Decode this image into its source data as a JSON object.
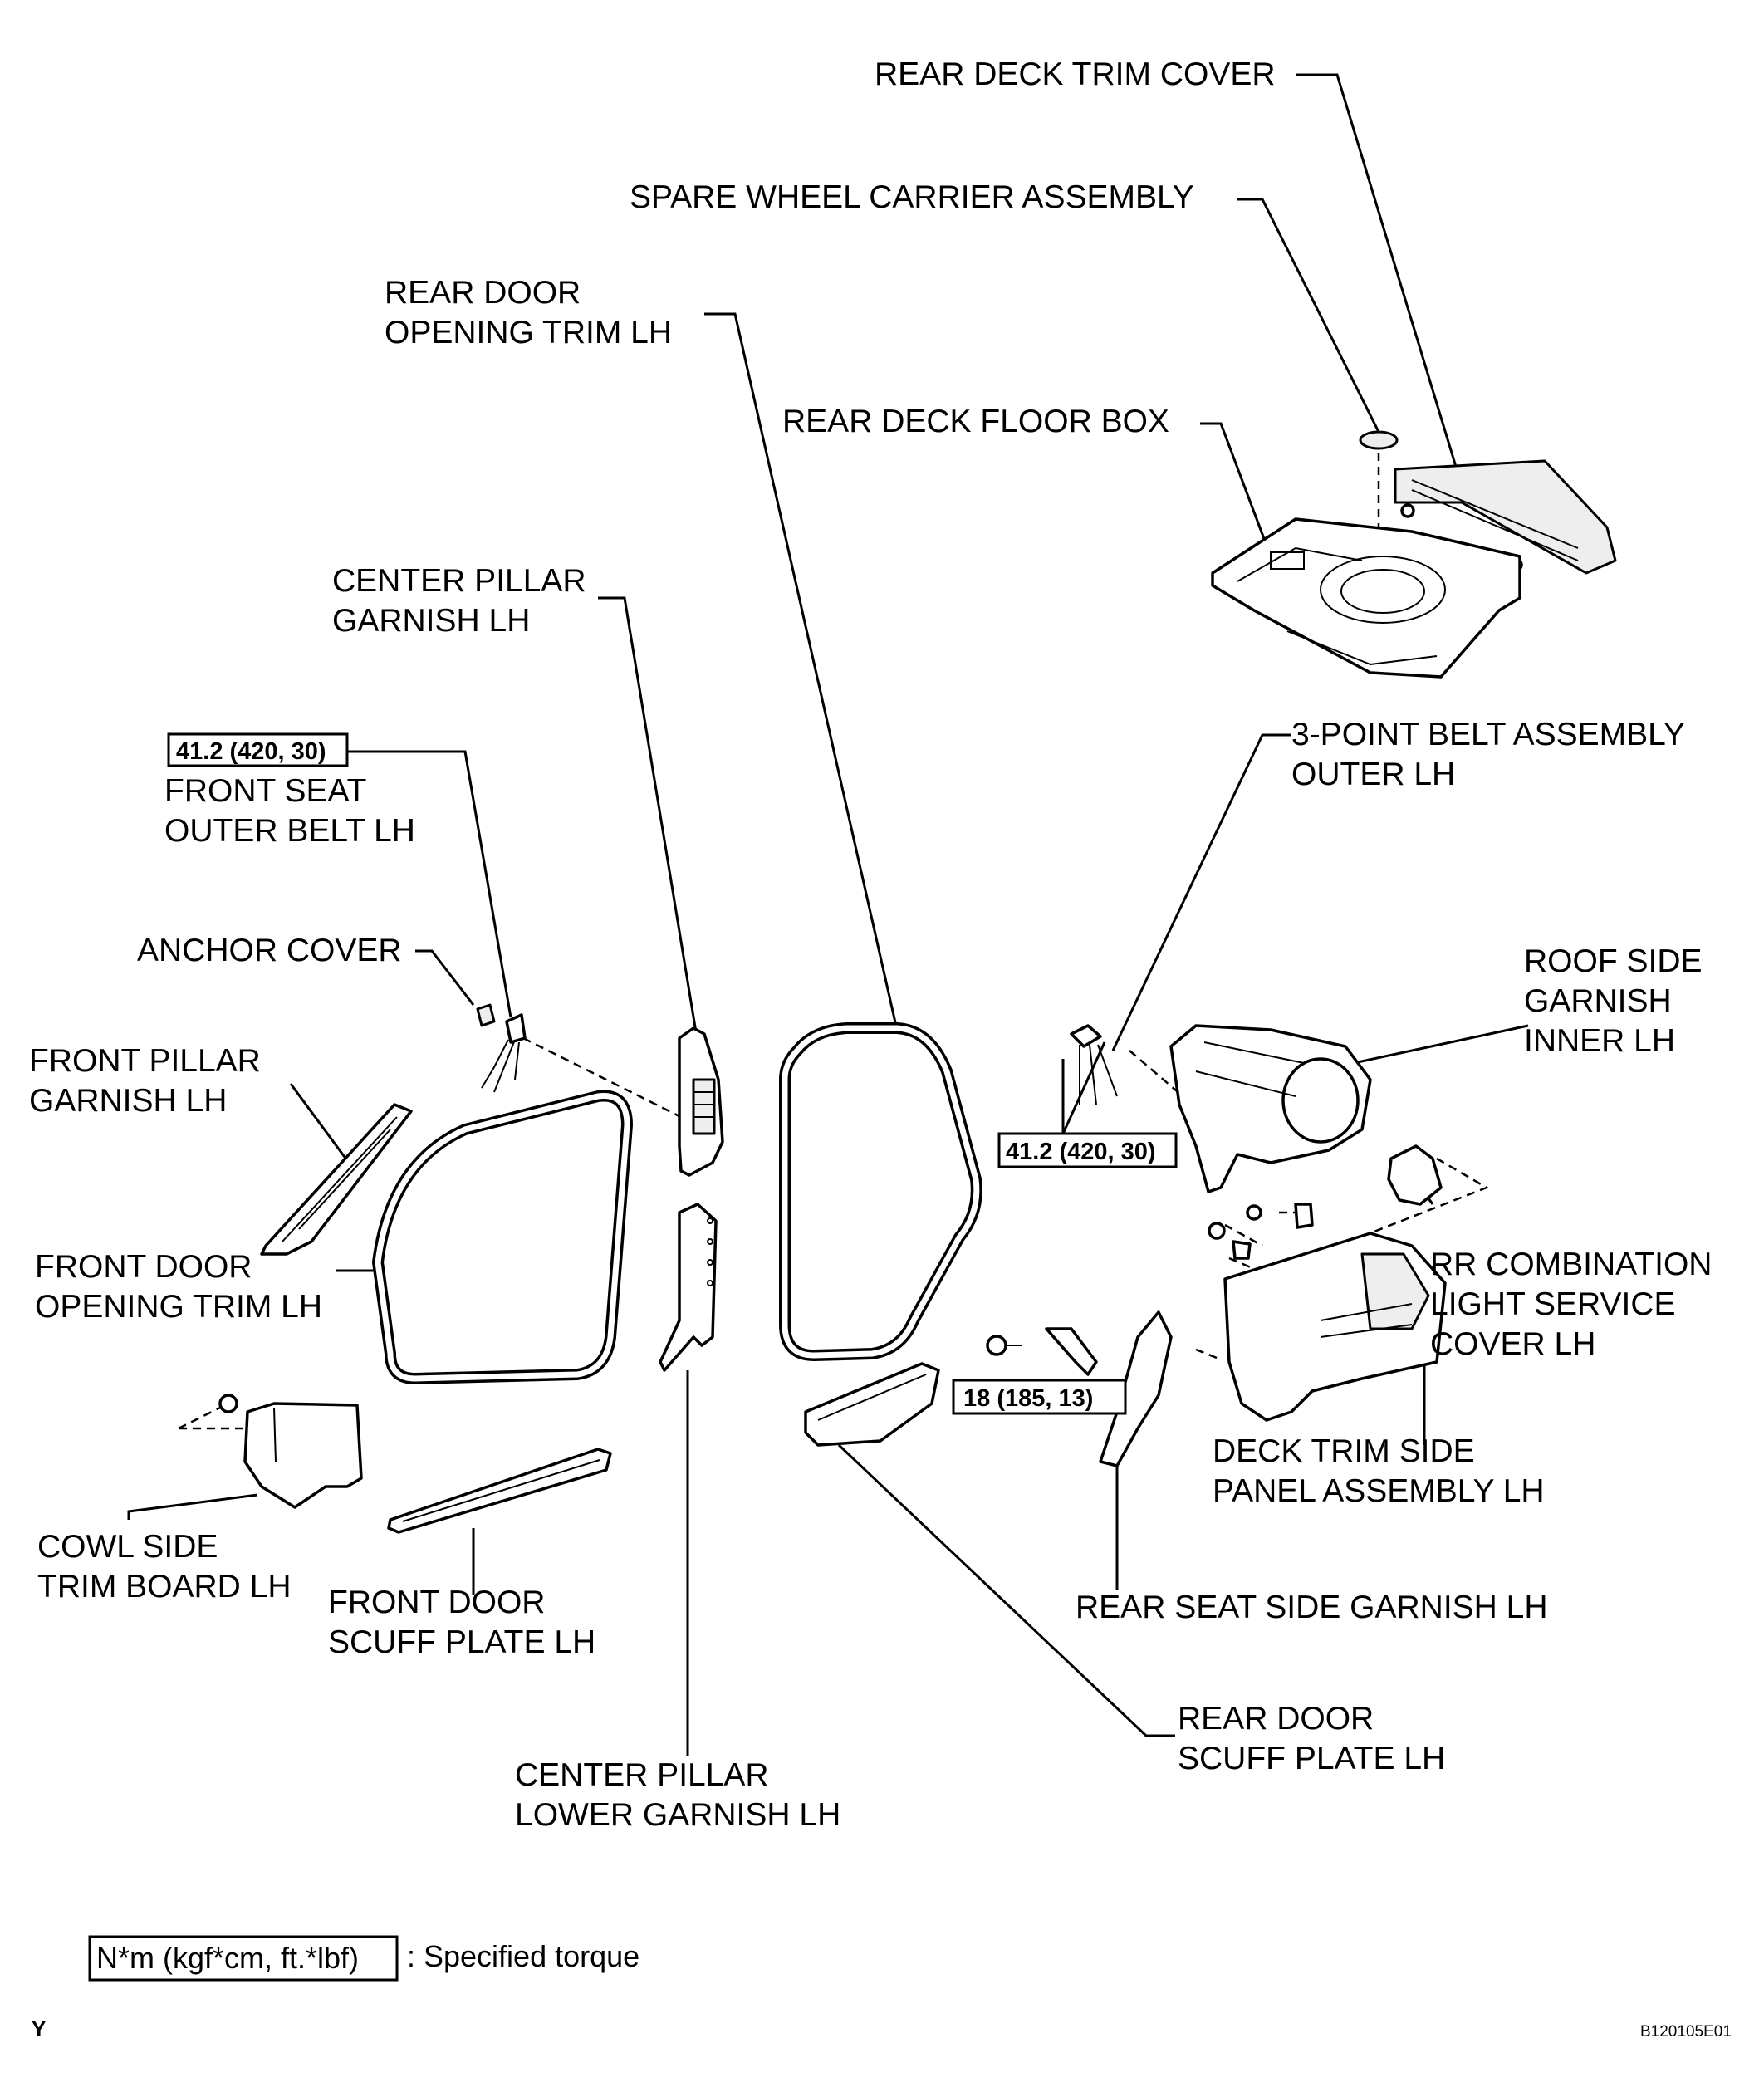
{
  "labels": {
    "rear_deck_trim_cover": "REAR DECK TRIM COVER",
    "spare_wheel_carrier": "SPARE WHEEL CARRIER ASSEMBLY",
    "rear_door_opening_trim_1": "REAR DOOR",
    "rear_door_opening_trim_2": "OPENING TRIM LH",
    "rear_deck_floor_box": "REAR DECK FLOOR BOX",
    "center_pillar_garnish_1": "CENTER PILLAR",
    "center_pillar_garnish_2": "GARNISH LH",
    "front_seat_outer_belt_1": "FRONT SEAT",
    "front_seat_outer_belt_2": "OUTER BELT LH",
    "belt_3point_1": "3-POINT BELT ASSEMBLY",
    "belt_3point_2": "OUTER LH",
    "anchor_cover": "ANCHOR COVER",
    "roof_side_garnish_1": "ROOF SIDE",
    "roof_side_garnish_2": "GARNISH",
    "roof_side_garnish_3": "INNER LH",
    "front_pillar_garnish_1": "FRONT PILLAR",
    "front_pillar_garnish_2": "GARNISH LH",
    "front_door_opening_trim_1": "FRONT DOOR",
    "front_door_opening_trim_2": "OPENING TRIM LH",
    "rr_combination_1": "RR COMBINATION",
    "rr_combination_2": "LIGHT SERVICE",
    "rr_combination_3": "COVER LH",
    "deck_trim_side_1": "DECK TRIM SIDE",
    "deck_trim_side_2": "PANEL ASSEMBLY LH",
    "cowl_side_1": "COWL SIDE",
    "cowl_side_2": "TRIM BOARD LH",
    "front_door_scuff_1": "FRONT DOOR",
    "front_door_scuff_2": "SCUFF PLATE LH",
    "rear_seat_side_garnish": "REAR SEAT SIDE GARNISH LH",
    "rear_door_scuff_1": "REAR DOOR",
    "rear_door_scuff_2": "SCUFF PLATE LH",
    "center_pillar_lower_1": "CENTER PILLAR",
    "center_pillar_lower_2": "LOWER GARNISH LH"
  },
  "torque_specs": {
    "front_seat_belt": "41.2 (420, 30)",
    "belt_3point": "41.2 (420, 30)",
    "deck_bolt": "18 (185, 13)"
  },
  "legend": {
    "unit_box": "N*m (kgf*cm, ft.*lbf)",
    "unit_desc": ": Specified torque"
  },
  "footer": {
    "corner_mark": "Y",
    "figure_code": "B120105E01"
  }
}
